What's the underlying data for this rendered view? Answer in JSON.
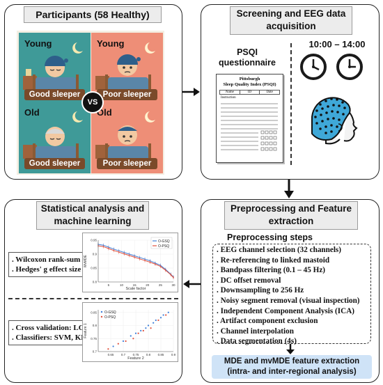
{
  "panels": {
    "participants": {
      "title": "Participants (58 Healthy)",
      "vs": "VS",
      "scenes": [
        {
          "age": "Young",
          "label": "Good sleeper",
          "bg": "#3f9a98"
        },
        {
          "age": "Young",
          "label": "Poor sleeper",
          "bg": "#ee8e77"
        },
        {
          "age": "Old",
          "label": "Good sleeper",
          "bg": "#3f9a98"
        },
        {
          "age": "Old",
          "label": "Poor sleeper",
          "bg": "#ee8e77"
        }
      ]
    },
    "screening": {
      "title_line1": "Screening and EEG data",
      "title_line2": "acquisition",
      "psqi_line1": "PSQI",
      "psqi_line2": "questionnaire",
      "form_title_line1": "Pittsburgh",
      "form_title_line2": "Sleep Quality Index (PSQI)",
      "form_cols": [
        "Name",
        "ID",
        "Date"
      ],
      "form_instruction": "Instruction",
      "time_range": "10:00 – 14:00"
    },
    "statistical": {
      "title_line1": "Statistical analysis and",
      "title_line2": "machine learning",
      "stats_items": [
        ". Wilcoxon rank-sum test",
        ". Hedges' g effect size"
      ],
      "ml_items": [
        ". Cross validation: LOSO",
        ". Classifiers: SVM, KNN"
      ]
    },
    "preprocessing": {
      "title_line1": "Preprocessing and Feature",
      "title_line2": "extraction",
      "steps_heading": "Preprocessing steps",
      "steps": [
        ". EEG channel selection (32 channels)",
        ". Re-referencing to linked mastoid",
        ". Bandpass filtering (0.1 – 45 Hz)",
        ". DC offset removal",
        ". Downsampling to 256 Hz",
        ". Noisy segment removal (visual inspection)",
        ". Independent Component Analysis (ICA)",
        ". Artifact component exclusion",
        ". Channel interpolation",
        ". Data segmentation (4s)"
      ],
      "feature_line1": "MDE and mvMDE feature extraction",
      "feature_line2": "(intra- and inter-regional analysis)"
    }
  },
  "chart_data": [
    {
      "type": "line",
      "title": "",
      "xlabel": "Scale factor",
      "ylabel": "MvMDE",
      "xlim": [
        1,
        30
      ],
      "ylim": [
        0.8,
        0.95
      ],
      "x_ticks": [
        5,
        10,
        15,
        20,
        25,
        30
      ],
      "y_ticks": [
        0.8,
        0.85,
        0.9,
        0.95
      ],
      "legend_position": "top-right",
      "series": [
        {
          "name": "O-GSQ",
          "color": "#3d7fd9",
          "x": [
            1,
            3,
            5,
            7,
            9,
            11,
            13,
            15,
            17,
            19,
            21,
            23,
            25,
            27,
            29,
            30
          ],
          "y": [
            0.935,
            0.932,
            0.925,
            0.918,
            0.912,
            0.906,
            0.9,
            0.894,
            0.888,
            0.882,
            0.876,
            0.868,
            0.86,
            0.845,
            0.828,
            0.818
          ]
        },
        {
          "name": "O-PSQ",
          "color": "#e0503c",
          "x": [
            1,
            3,
            5,
            7,
            9,
            11,
            13,
            15,
            17,
            19,
            21,
            23,
            25,
            27,
            29,
            30
          ],
          "y": [
            0.93,
            0.927,
            0.92,
            0.913,
            0.907,
            0.901,
            0.895,
            0.889,
            0.883,
            0.877,
            0.871,
            0.864,
            0.856,
            0.842,
            0.826,
            0.816
          ]
        }
      ]
    },
    {
      "type": "scatter",
      "title": "",
      "xlabel": "Feature 2",
      "ylabel": "Feature 1",
      "xlim": [
        0.6,
        0.9
      ],
      "ylim": [
        0.7,
        0.86
      ],
      "x_ticks": [
        0.65,
        0.7,
        0.75,
        0.8,
        0.85,
        0.9
      ],
      "y_ticks": [
        0.7,
        0.75,
        0.8,
        0.85
      ],
      "legend_position": "top-left",
      "series": [
        {
          "name": "O-GSQ",
          "color": "#3d7fd9",
          "x": [
            0.66,
            0.7,
            0.73,
            0.75,
            0.77,
            0.79,
            0.8,
            0.82,
            0.83,
            0.85,
            0.86,
            0.88
          ],
          "y": [
            0.72,
            0.74,
            0.76,
            0.77,
            0.78,
            0.79,
            0.8,
            0.81,
            0.82,
            0.83,
            0.84,
            0.85
          ]
        },
        {
          "name": "O-PSQ",
          "color": "#e0503c",
          "x": [
            0.64,
            0.68,
            0.71,
            0.74,
            0.76,
            0.78,
            0.81,
            0.84,
            0.87
          ],
          "y": [
            0.71,
            0.73,
            0.74,
            0.75,
            0.77,
            0.78,
            0.79,
            0.82,
            0.84
          ]
        }
      ]
    }
  ]
}
